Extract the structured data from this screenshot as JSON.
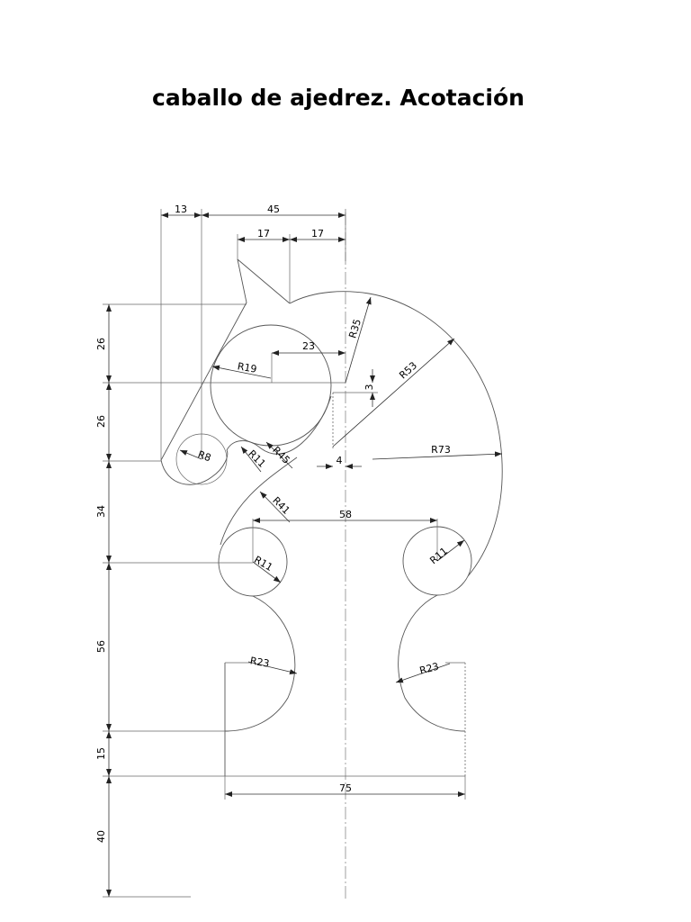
{
  "title": "caballo de ajedrez. Acotación",
  "dimensions": {
    "top_left_width": "13",
    "top_width": "45",
    "ear_left": "17",
    "ear_right": "17",
    "v_ear": "26",
    "v_eye": "26",
    "v_neck": "34",
    "v_body": "56",
    "v_base": "15",
    "v_stand": "40",
    "eye_offset": "23",
    "gap_3": "3",
    "gap_4": "4",
    "base_width": "75",
    "feet_span": "58"
  },
  "radii": {
    "r35": "R35",
    "r19": "R19",
    "r53": "R53",
    "r73": "R73",
    "r8": "R8",
    "r11_nose": "R11",
    "r45": "R45",
    "r41": "R41",
    "r11_left": "R11",
    "r11_right": "R11",
    "r23_left": "R23",
    "r23_right": "R23"
  }
}
